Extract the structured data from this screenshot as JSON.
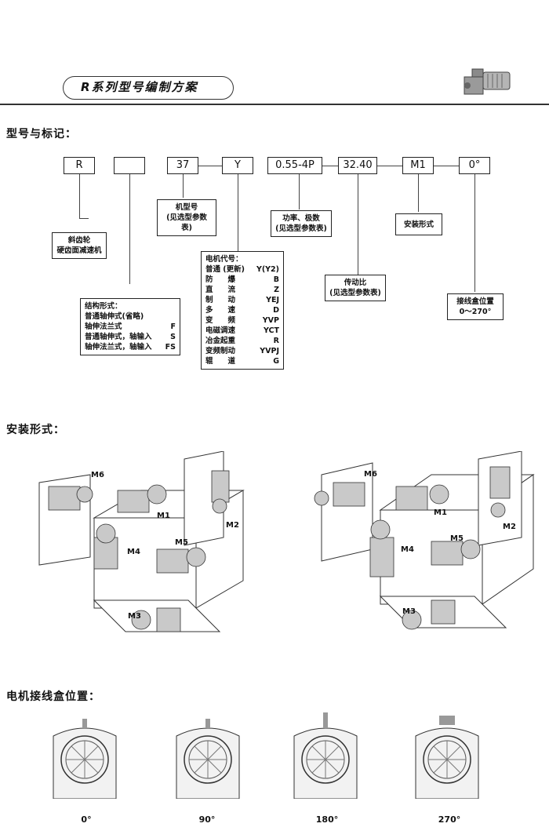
{
  "header": {
    "title": "R系列型号编制方案"
  },
  "sections": {
    "model": "型号与标记：",
    "mounting": "安装形式：",
    "terminal": "电机接线盒位置："
  },
  "codes": {
    "r": "R",
    "blank": "",
    "size": "37",
    "y": "Y",
    "power": "0.55-4P",
    "ratio": "32.40",
    "mount": "M1",
    "angle": "0°"
  },
  "notes": {
    "helical": {
      "line1": "斜齿轮",
      "line2": "硬齿面减速机"
    },
    "frame": {
      "line1": "机型号",
      "line2": "(见选型参数表)"
    },
    "power": {
      "line1": "功率、极数",
      "line2": "(见选型参数表)"
    },
    "mount": {
      "line1": "安装形式"
    },
    "ratio": {
      "line1": "传动比",
      "line2": "(见选型参数表)"
    },
    "terminal": {
      "line1": "接线盒位置",
      "line2": "0～270°"
    },
    "structure": {
      "title": "结构形式：",
      "rows": [
        {
          "name": "普通轴伸式(省略)",
          "code": ""
        },
        {
          "name": "轴伸法兰式",
          "code": "F"
        },
        {
          "name": "普通轴伸式，轴输入",
          "code": "S"
        },
        {
          "name": "轴伸法兰式，轴输入",
          "code": "FS"
        }
      ]
    },
    "motor": {
      "title": "电机代号：",
      "rows": [
        {
          "name": "普通 (更新)",
          "code": "Y(Y2)"
        },
        {
          "name": "防　　爆",
          "code": "B"
        },
        {
          "name": "直　　流",
          "code": "Z"
        },
        {
          "name": "制　　动",
          "code": "YEJ"
        },
        {
          "name": "多　　速",
          "code": "D"
        },
        {
          "name": "变　　频",
          "code": "YVP"
        },
        {
          "name": "电磁调速",
          "code": "YCT"
        },
        {
          "name": "冶金起重",
          "code": "R"
        },
        {
          "name": "变频制动",
          "code": "YVPJ"
        },
        {
          "name": "辊　　道",
          "code": "G"
        }
      ]
    }
  },
  "mounting_labels": {
    "left": [
      "M6",
      "M1",
      "M2",
      "M4",
      "M5",
      "M3"
    ],
    "right": [
      "M6",
      "M1",
      "M2",
      "M4",
      "M5",
      "M3"
    ]
  },
  "terminal_angles": [
    "0°",
    "90°",
    "180°",
    "270°"
  ]
}
